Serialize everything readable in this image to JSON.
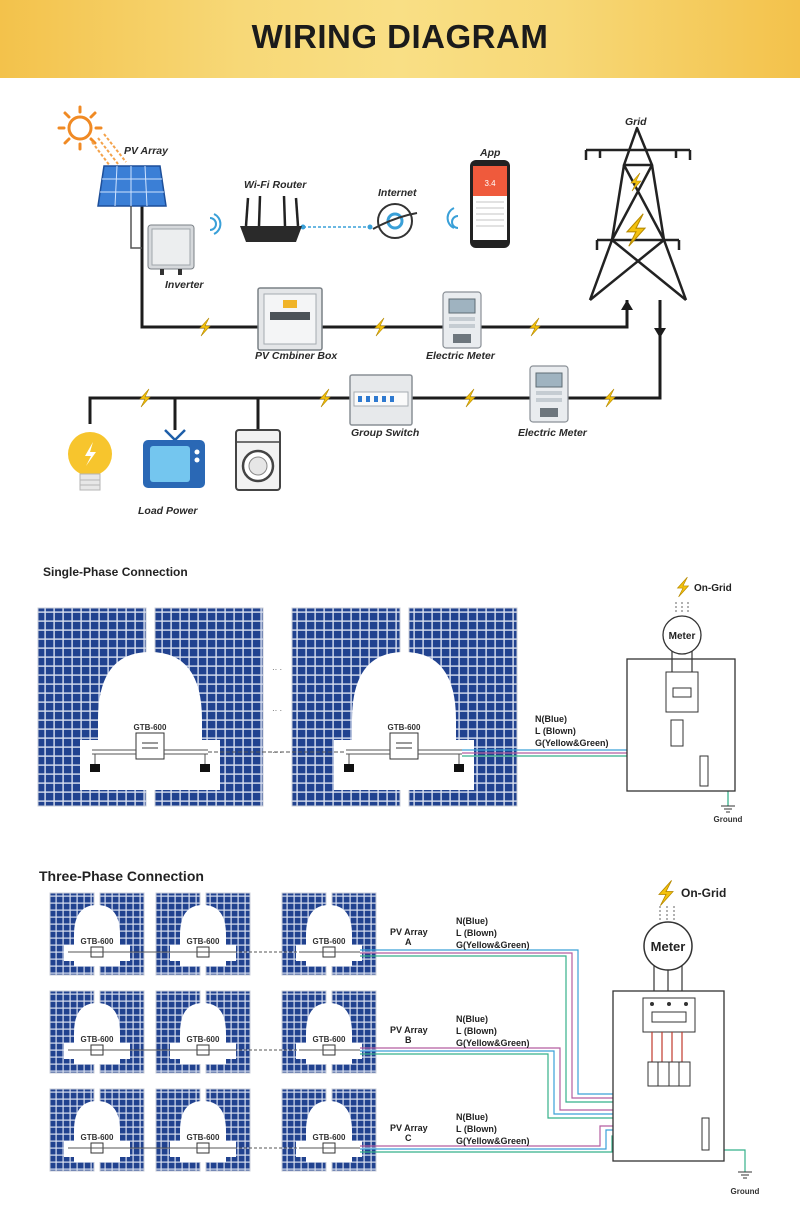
{
  "header": {
    "title": "WIRING DIAGRAM"
  },
  "overview": {
    "pv_array": "PV Array",
    "wifi_router": "Wi-Fi Router",
    "internet": "Internet",
    "app": "App",
    "app_value": "3.4",
    "grid": "Grid",
    "inverter": "Inverter",
    "combiner_box": "PV Cmbiner Box",
    "electric_meter_top": "Electric Meter",
    "group_switch": "Group Switch",
    "electric_meter_bottom": "Electric Meter",
    "load_power": "Load Power"
  },
  "single_phase": {
    "title": "Single-Phase Connection",
    "inverter_model": "GTB-600",
    "on_grid": "On-Grid",
    "meter": "Meter",
    "wire_n": "N(Blue)",
    "wire_l": "L (Blown)",
    "wire_g": "G(Yellow&Green)",
    "ground": "Ground"
  },
  "three_phase": {
    "title": "Three-Phase Connection",
    "inverter_model": "GTB-600",
    "on_grid": "On-Grid",
    "meter": "Meter",
    "ground": "Ground",
    "arrays": [
      {
        "name": "PV Array",
        "letter": "A",
        "wire_n": "N(Blue)",
        "wire_l": "L (Blown)",
        "wire_g": "G(Yellow&Green)"
      },
      {
        "name": "PV Array",
        "letter": "B",
        "wire_n": "N(Blue)",
        "wire_l": "L (Blown)",
        "wire_g": "G(Yellow&Green)"
      },
      {
        "name": "PV Array",
        "letter": "C",
        "wire_n": "N(Blue)",
        "wire_l": "L (Blown)",
        "wire_g": "G(Yellow&Green)"
      }
    ]
  },
  "colors": {
    "header_bg": "#f5cd5e",
    "panel_blue": "#1f3f8f",
    "wire_blue": "#3aa0d8",
    "wire_brown": "#b55ea0",
    "wire_green": "#35b08a",
    "bolt_yellow": "#f4c20d"
  }
}
